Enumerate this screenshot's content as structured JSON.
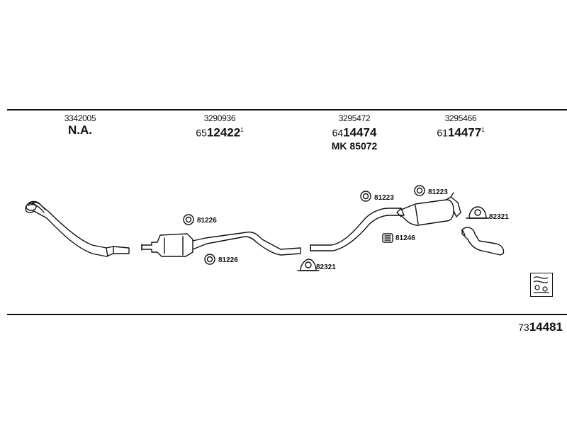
{
  "columns": [
    {
      "oem": "3342005",
      "main_prefix": "",
      "main_number": "N.A.",
      "sup": "",
      "extra": ""
    },
    {
      "oem": "3290936",
      "main_prefix": "65",
      "main_number": "12422",
      "sup": "1",
      "extra": ""
    },
    {
      "oem": "3295472",
      "main_prefix": "64",
      "main_number": "14474",
      "sup": "",
      "extra": "MK 85072"
    },
    {
      "oem": "3295466",
      "main_prefix": "61",
      "main_number": "14477",
      "sup": "1",
      "extra": ""
    }
  ],
  "part_labels": {
    "ring_a_top": "81226",
    "ring_a_bottom": "81226",
    "clamp_mid": "82321",
    "ring_b_left": "81223",
    "ring_b_right": "81223",
    "rubber_mount": "81246",
    "clamp_right": "82321"
  },
  "kit": {
    "prefix": "73",
    "number": "14481"
  },
  "icons": [
    "exhaust-pipe-icon",
    "muffler-icon",
    "rubber-ring-icon",
    "clamp-icon",
    "kit-logo-icon"
  ]
}
